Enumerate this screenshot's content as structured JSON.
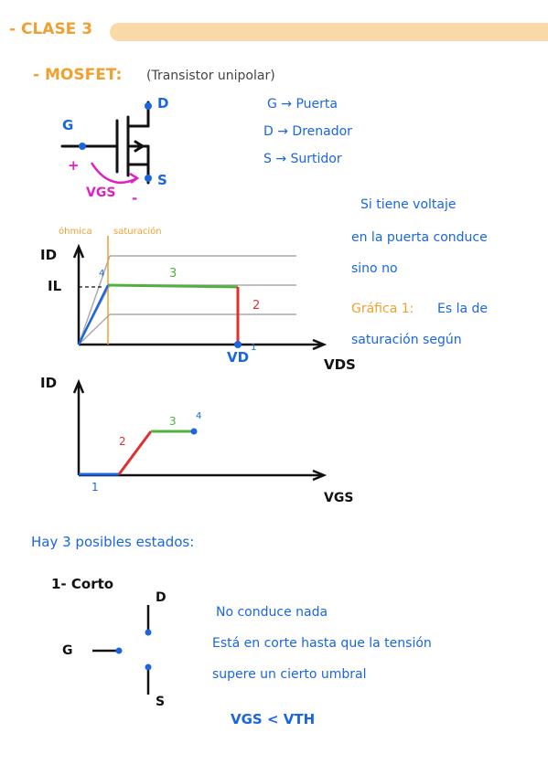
{
  "header": {
    "title": "- CLASE 3",
    "bar_color": "#f9d9a8"
  },
  "mosfet": {
    "title": "- MOSFET:",
    "subtitle": "(Transistor unipolar)",
    "terminal_d": "D",
    "terminal_g": "G",
    "terminal_s": "S",
    "plus": "+",
    "minus": "-",
    "vgs": "VGS",
    "legend": [
      "G → Puerta",
      "D → Drenador",
      "S → Surtidor"
    ],
    "note_lines": [
      "Si tiene voltaje",
      "en la puerta conduce",
      "sino no"
    ],
    "grafica_label": "Gráfica 1:",
    "grafica_text": "Es la de",
    "grafica_line2": "saturación según"
  },
  "graph1": {
    "ohmica": "óhmica",
    "saturacion": "saturación",
    "y_label": "ID",
    "il_label": "IL",
    "x_label": "VDS",
    "vd_label": "VD",
    "seg_labels": [
      "1",
      "2",
      "3",
      "4"
    ]
  },
  "graph2": {
    "y_label": "ID",
    "x_label": "VGS",
    "seg_labels": [
      "1",
      "2",
      "3",
      "4"
    ]
  },
  "estados": {
    "title": "Hay 3 posibles estados:",
    "item1": "1- Corto",
    "terminal_d": "D",
    "terminal_g": "G",
    "terminal_s": "S",
    "lines": [
      "No conduce nada",
      "Está en corte hasta que la tensión",
      "supere un cierto umbral"
    ],
    "condition": "VGS < VTH"
  },
  "colors": {
    "orange": "#f0a030",
    "blue": "#1a66e0",
    "magenta": "#e020c0",
    "red": "#e03030",
    "green": "#50b040"
  }
}
